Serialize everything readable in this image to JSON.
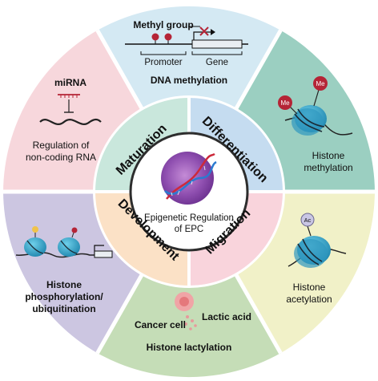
{
  "center": {
    "title_line1": "Epigenetic Regulation",
    "title_line2": "of EPC"
  },
  "inner_ring": {
    "maturation": "Maturation",
    "differentiation": "Differentiation",
    "migration": "Migration",
    "development": "Development"
  },
  "dna_methylation": {
    "methyl_group": "Methyl group",
    "promoter": "Promoter",
    "gene": "Gene",
    "title": "DNA methylation"
  },
  "histone_methylation": {
    "title_line1": "Histone",
    "title_line2": "methylation",
    "mark": "Me"
  },
  "histone_acetylation": {
    "title_line1": "Histone",
    "title_line2": "acetylation",
    "mark": "Ac"
  },
  "histone_lactylation": {
    "cancer_cell": "Cancer cell",
    "lactic_acid": "Lactic acid",
    "title": "Histone lactylation"
  },
  "histone_phosphorylation": {
    "title_line1": "Histone",
    "title_line2": "phosphorylation/",
    "title_line3": "ubiquitination"
  },
  "noncoding_rna": {
    "mirna": "miRNA",
    "title_line1": "Regulation of",
    "title_line2": "non-coding RNA"
  },
  "colors": {
    "blue": "#d4e9f3",
    "teal": "#9bcfc1",
    "yellow": "#f1f1c8",
    "green": "#c5ddb7",
    "lavender": "#ccc6e1",
    "pink": "#f7d7dc",
    "mint": "#c9e7dc",
    "light_blue": "#c5dcf0",
    "light_pink": "#f9d4dc",
    "peach": "#fbe1c6",
    "nucleosome": "#3da7c8",
    "red": "#b52436"
  }
}
